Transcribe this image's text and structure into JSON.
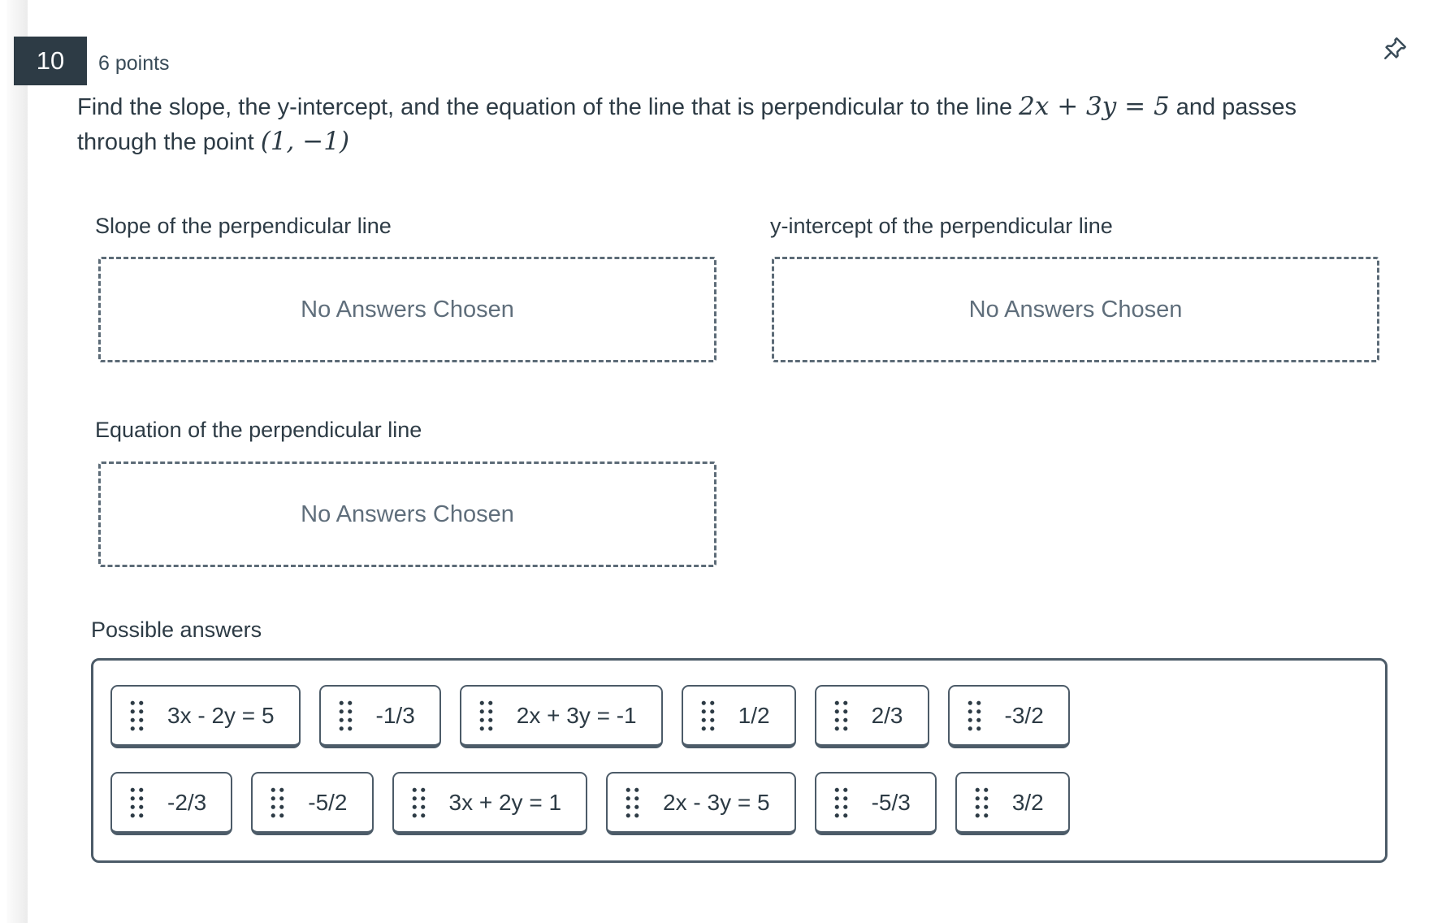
{
  "colors": {
    "dark_slate": "#2D3B45",
    "slate": "#394B58",
    "chip_border": "#4C5B68",
    "dashed_border": "#5C6B77",
    "muted_text": "#5F6E7B",
    "badge_bg": "#2D3B45",
    "badge_text": "#FFFFFF"
  },
  "header": {
    "question_number": "10",
    "points": "6 points"
  },
  "question": {
    "line1_text": "Find the slope, the y-intercept, and the equation of the line that is perpendicular to the line ",
    "line1_math": "2x + 3y = 5",
    "line1_tail": " and passes",
    "line2_text": "through the point ",
    "line2_math": "(1, −1)"
  },
  "drop_zones": [
    {
      "label": "Slope of the perpendicular line",
      "value": "No Answers Chosen"
    },
    {
      "label": "y-intercept of the perpendicular line",
      "value": "No Answers Chosen"
    },
    {
      "label": "Equation of the perpendicular line",
      "value": "No Answers Chosen"
    }
  ],
  "possible_answers": {
    "label": "Possible answers",
    "row1": [
      "3x - 2y = 5",
      "-1/3",
      "2x + 3y = -1",
      "1/2",
      "2/3",
      "-3/2"
    ],
    "row2": [
      "-2/3",
      "-5/2",
      "3x + 2y = 1",
      "2x - 3y = 5",
      "-5/3",
      "3/2"
    ]
  },
  "icons": {
    "pin": "pushpin-icon",
    "drag_handle": "drag-dots-icon"
  }
}
